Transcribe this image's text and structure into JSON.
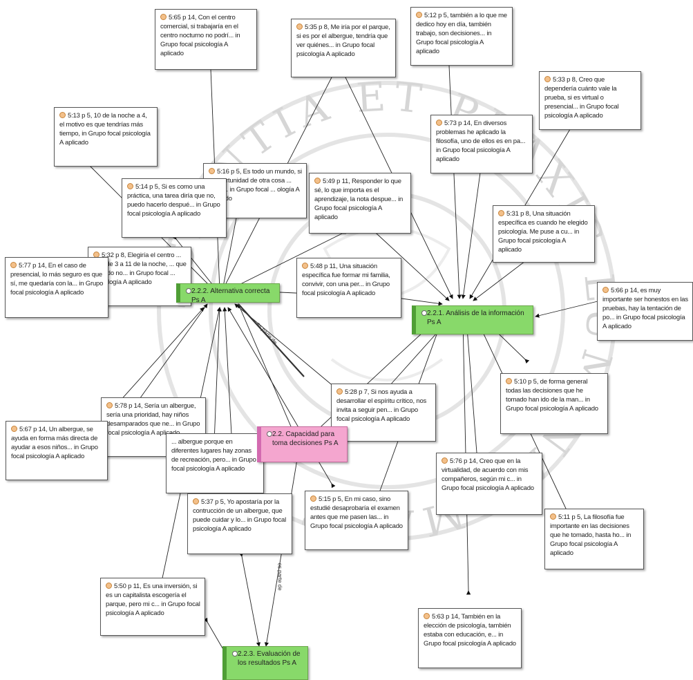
{
  "codes": [
    {
      "id": "c1",
      "text": "2.2.2. Alternativa correcta Ps A",
      "color": "green"
    },
    {
      "id": "c2",
      "text": "2.2.1. Análisis de la información Ps A",
      "color": "green"
    },
    {
      "id": "c3",
      "text": "2.2. Capacidad para toma decisiones Ps A",
      "color": "pink"
    },
    {
      "id": "c4",
      "text": "2.2.3. Evaluación de los resultados Ps A",
      "color": "green"
    }
  ],
  "quotes": [
    {
      "id": "q1",
      "text": "5:65 p 14, Con el centro comercial, si trabajaría en el centro nocturno no podrí... in Grupo focal psicología A aplicado"
    },
    {
      "id": "q2",
      "text": "5:35 p 8, Me iría por el parque, si es por el albergue, tendría que ver quiénes... in Grupo focal psicología A aplicado"
    },
    {
      "id": "q3",
      "text": "5:12 p 5, también a lo que me dedico hoy en día, también trabajo, son decisiones... in Grupo focal psicología A aplicado"
    },
    {
      "id": "q4",
      "text": "5:33 p 8, Creo que dependería cuánto vale la prueba, si es virtual o presencial... in Grupo focal psicología A aplicado"
    },
    {
      "id": "q5",
      "text": "5:13 p 5, 10 de la noche a 4, el motivo es que tendrías más tiempo, in Grupo focal psicología A aplicado"
    },
    {
      "id": "q6",
      "text": "5:73 p 14, En diversos problemas he aplicado la filosofía, uno de ellos es en pa... in Grupo focal psicología A aplicado"
    },
    {
      "id": "q7",
      "text": "5:16 p 5, Es todo un mundo, si ... oportunidad de otra cosa ... turno... in Grupo focal ... ología A aplicado"
    },
    {
      "id": "q8",
      "text": "5:14 p 5, Si es como una práctica, una tarea diría que no, puedo hacerlo despué... in Grupo focal psicología A aplicado"
    },
    {
      "id": "q9",
      "text": "5:49 p 11, Responder lo que sé, lo que importa es el aprendizaje, la nota despue... in Grupo focal psicología A aplicado"
    },
    {
      "id": "q10",
      "text": "5:31 p 8, Una situación específica es cuando he elegido psicología. Me puse a cu... in Grupo focal psicología A aplicado"
    },
    {
      "id": "q11",
      "text": "5:32 p 8, Elegiría el centro ... cial, de 3 a 11 de la noche, ... que cuando no... in Grupo focal ... psicología A aplicado"
    },
    {
      "id": "q12",
      "text": "5:77 p 14, En el caso de presencial, lo más seguro es que sí, me quedaría con la... in Grupo focal psicología A aplicado"
    },
    {
      "id": "q13",
      "text": "5:48 p 11, Una situación específica fue formar mi familia, convivir, con una per... in Grupo focal psicología A aplicado"
    },
    {
      "id": "q14",
      "text": "5:66 p 14, es muy importante ser honestos en las pruebas, hay la tentación de po... in Grupo focal psicología A aplicado"
    },
    {
      "id": "q15",
      "text": "5:28 p 7, Si nos ayuda a desarrollar el espíritu crítico, nos invita a seguir pen... in Grupo focal psicología A aplicado"
    },
    {
      "id": "q16",
      "text": "5:10 p 5, de forma general todas las decisiones que he tomado han ido de la man... in Grupo focal psicología A aplicado"
    },
    {
      "id": "q17",
      "text": "5:78 p 14, Sería un albergue, sería una prioridad, hay niños desamparados que ne... in Grupo focal psicología A aplicado"
    },
    {
      "id": "q18",
      "text": "5:67 p 14, Un albergue, se ayuda en forma más directa de ayudar a esos niños... in Grupo focal psicología A aplicado"
    },
    {
      "id": "q19",
      "text": "... albergue porque en diferentes lugares hay zonas de recreación, pero... in Grupo focal psicología A aplicado"
    },
    {
      "id": "q20",
      "text": "5:37 p 5, Yo apostaría por la contrucción de un albergue, que puede cuidar y lo... in Grupo focal psicología A aplicado"
    },
    {
      "id": "q21",
      "text": "5:15 p 5, En mi caso, sino estudié desaprobaría el examen antes que me pasen las... in Grupo focal psicología A aplicado"
    },
    {
      "id": "q22",
      "text": "5:76 p 14, Creo que en la virtualidad, de acuerdo con mis compañeros, según mi c... in Grupo focal psicología A aplicado"
    },
    {
      "id": "q23",
      "text": "5:11 p 5, La filosofía fue importante en las decisiones que he tomado, hasta ho... in Grupo focal psicología A aplicado"
    },
    {
      "id": "q24",
      "text": "5:50 p 11, Es una inversión, si es un capitalista escogería el parque, pero mi c... in Grupo focal psicología A aplicado"
    },
    {
      "id": "q25",
      "text": "5:63 p 14, También en la elección de psicología, también estaba con educación, e... in Grupo focal psicología A aplicado"
    }
  ],
  "edge_labels": [
    {
      "text": "es parte de"
    },
    {
      "text": "es parte de"
    }
  ],
  "watermark": {
    "text": "SCIENTIA ET PRAXIS LUMINA AMANT",
    "color": "#d6d6d6"
  }
}
